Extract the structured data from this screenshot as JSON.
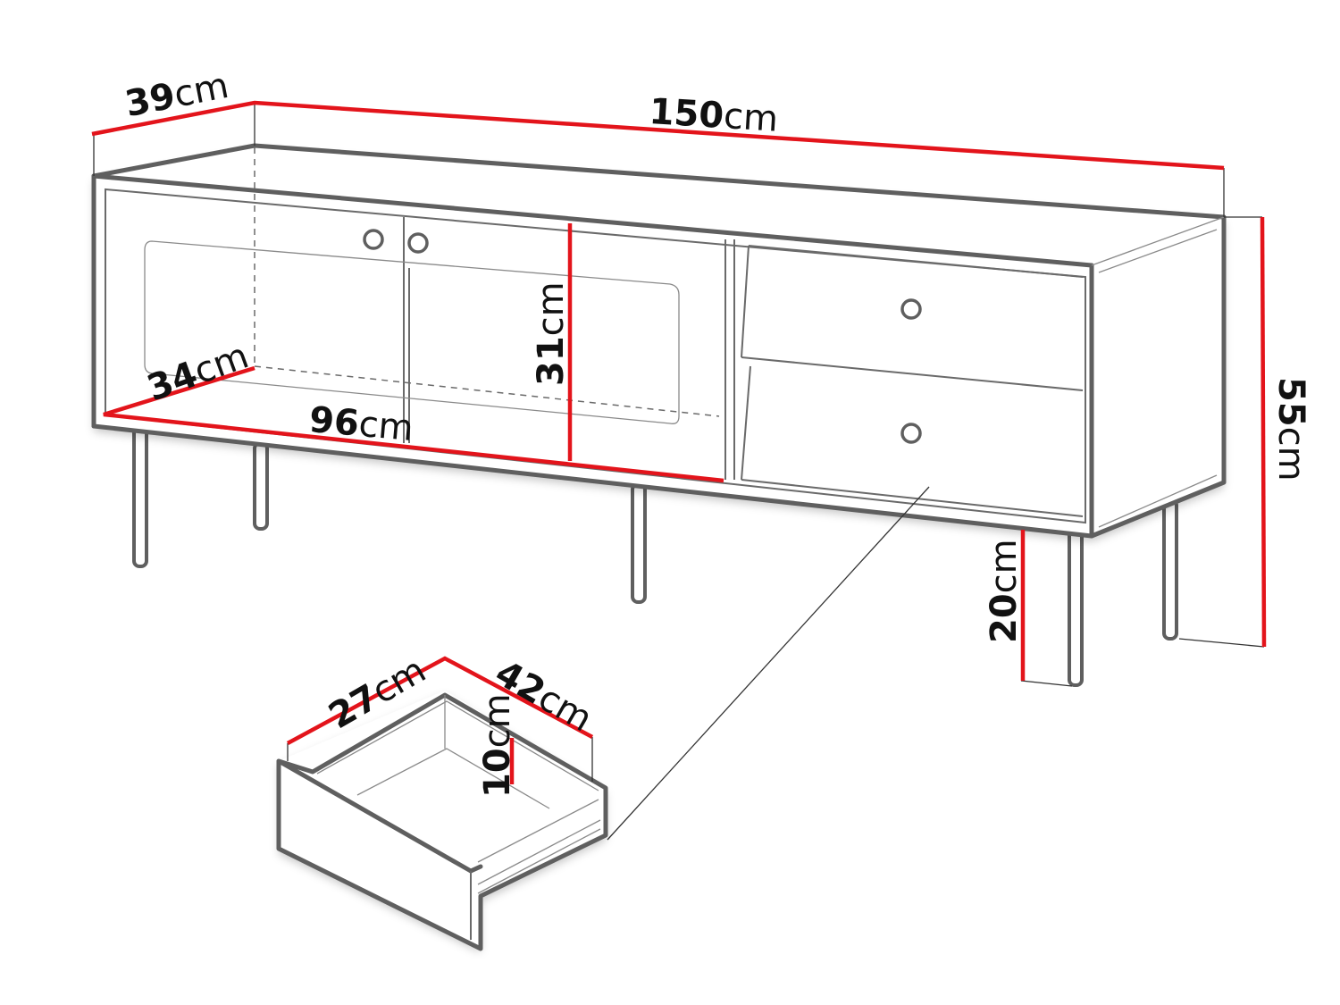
{
  "diagram": {
    "subject": "TV cabinet with two glass doors and two drawers",
    "colors": {
      "dimension_line": "#e3141b",
      "outline": "#5f5f5f",
      "text": "#111111",
      "background": "#ffffff"
    },
    "unit": "cm",
    "dimensions": {
      "depth": {
        "value": "39",
        "unit": "cm"
      },
      "width": {
        "value": "150",
        "unit": "cm"
      },
      "height": {
        "value": "55",
        "unit": "cm"
      },
      "leg_height": {
        "value": "20",
        "unit": "cm"
      },
      "compartment_height": {
        "value": "31",
        "unit": "cm"
      },
      "compartment_depth": {
        "value": "34",
        "unit": "cm"
      },
      "compartment_width": {
        "value": "96",
        "unit": "cm"
      },
      "drawer_width": {
        "value": "27",
        "unit": "cm"
      },
      "drawer_depth": {
        "value": "42",
        "unit": "cm"
      },
      "drawer_height": {
        "value": "10",
        "unit": "cm"
      }
    }
  }
}
